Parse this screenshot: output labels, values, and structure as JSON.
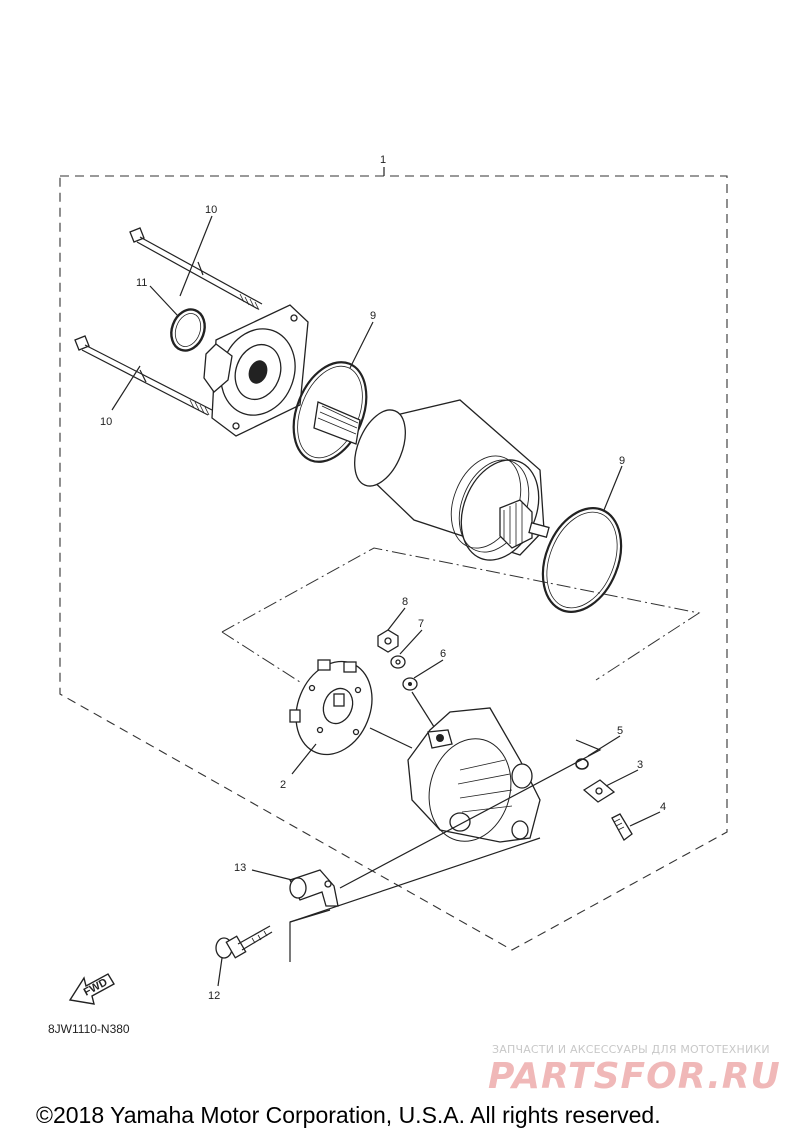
{
  "diagram": {
    "callouts": {
      "assy": "1",
      "c2": "2",
      "c3": "3",
      "c4": "4",
      "c5": "5",
      "c6": "6",
      "c7": "7",
      "c8": "8",
      "c9a": "9",
      "c9b": "9",
      "c10a": "10",
      "c10b": "10",
      "c11": "11",
      "c12": "12",
      "c13": "13"
    },
    "fwd_label": "FWD",
    "drawing_code": "8JW1110-N380"
  },
  "watermark": {
    "tagline": "ЗАПЧАСТИ И АКСЕССУАРЫ ДЛЯ МОТОТЕХНИКИ",
    "logo": "PARTSFOR.RU"
  },
  "footer": {
    "copyright": "©2018 Yamaha Motor Corporation, U.S.A. All rights reserved."
  }
}
